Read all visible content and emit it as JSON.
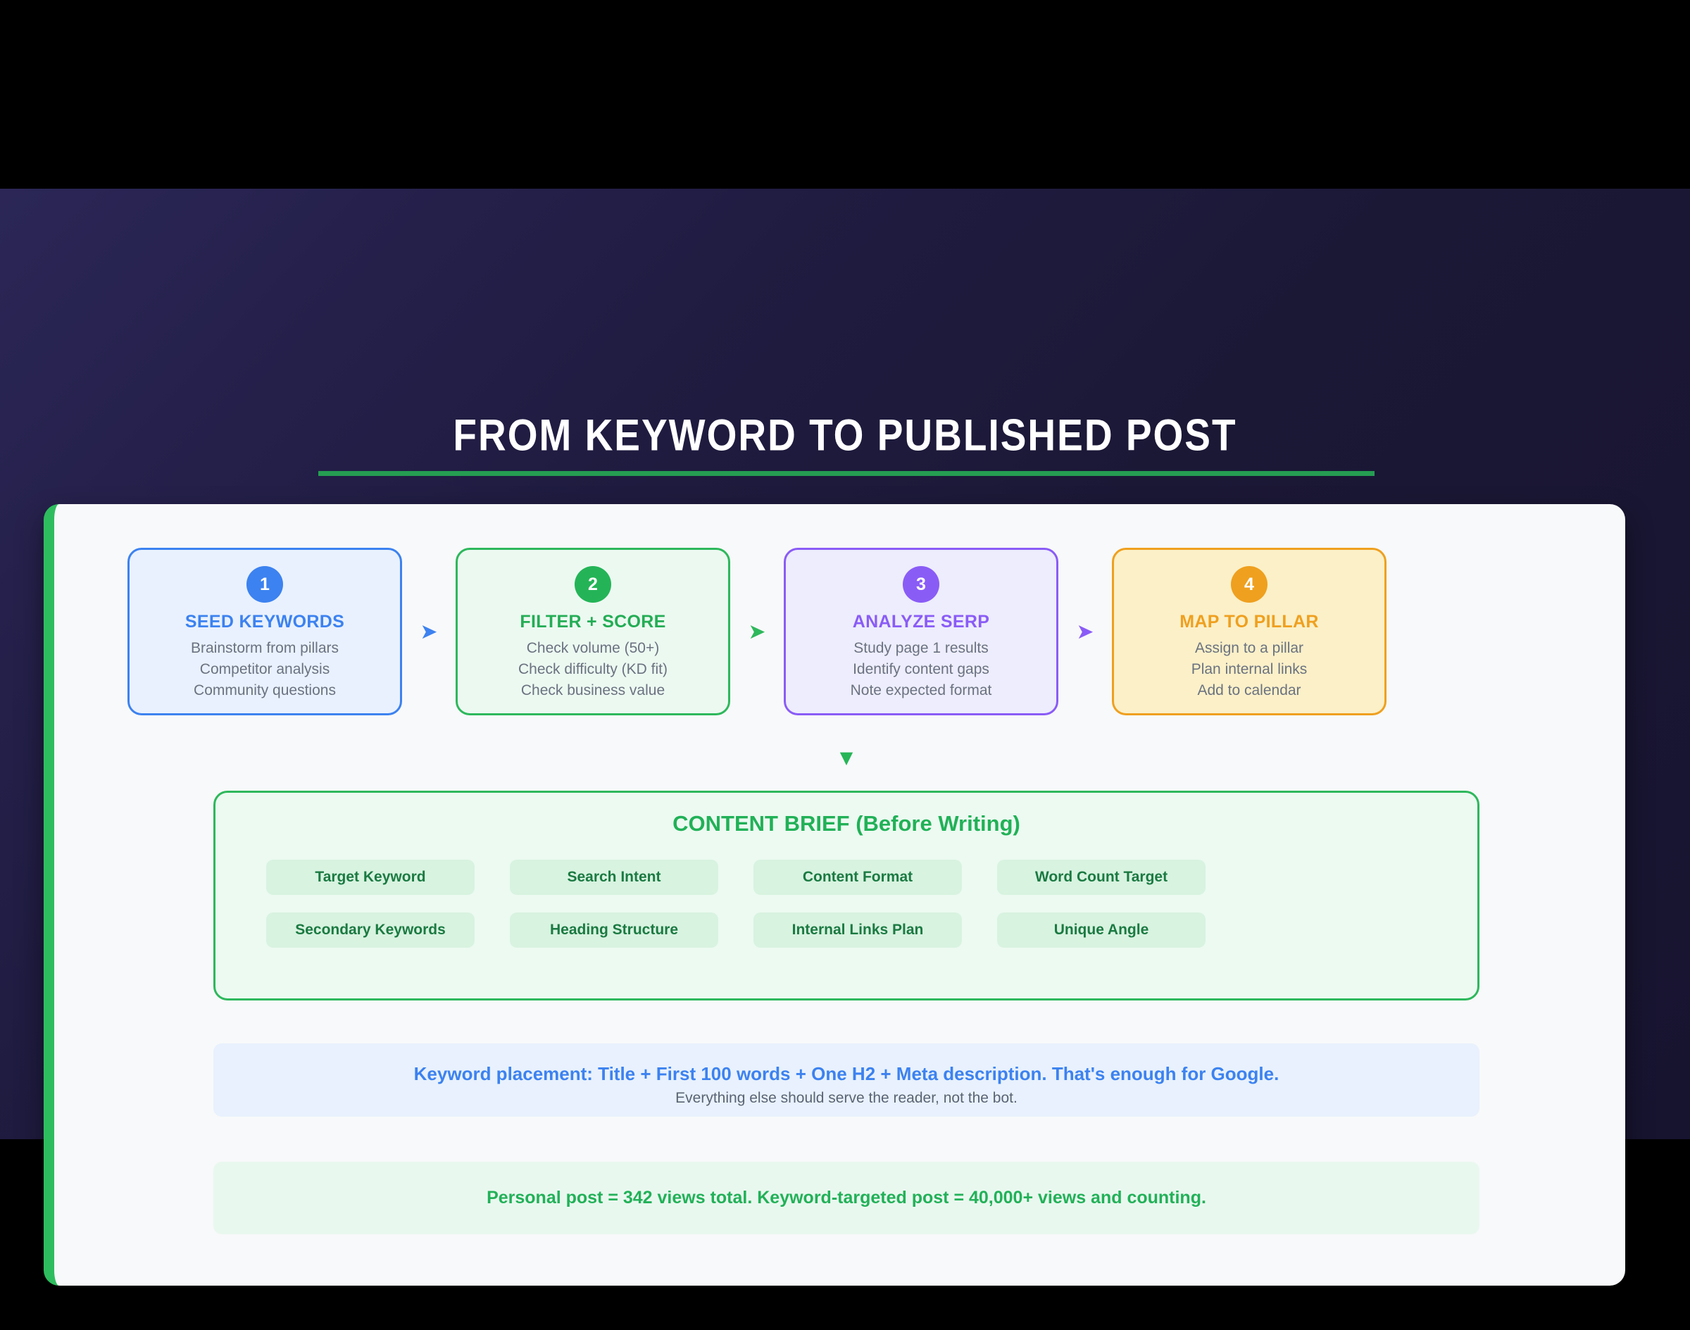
{
  "title": "FROM KEYWORD TO PUBLISHED POST",
  "glyphs": {
    "arrow_right": "➤",
    "arrow_down": "▼"
  },
  "steps": [
    {
      "number": "1",
      "title": "SEED KEYWORDS",
      "lines": [
        "Brainstorm from pillars",
        "Competitor analysis",
        "Community questions"
      ],
      "accent": "#3c82f0"
    },
    {
      "number": "2",
      "title": "FILTER + SCORE",
      "lines": [
        "Check volume (50+)",
        "Check difficulty (KD fit)",
        "Check business value"
      ],
      "accent": "#2eb85c"
    },
    {
      "number": "3",
      "title": "ANALYZE SERP",
      "lines": [
        "Study page 1 results",
        "Identify content gaps",
        "Note expected format"
      ],
      "accent": "#8a5cf6"
    },
    {
      "number": "4",
      "title": "MAP TO PILLAR",
      "lines": [
        "Assign to a pillar",
        "Plan internal links",
        "Add to calendar"
      ],
      "accent": "#efa01f"
    }
  ],
  "brief": {
    "title": "CONTENT BRIEF (Before Writing)",
    "chips": [
      "Target Keyword",
      "Search Intent",
      "Content Format",
      "Word Count Target",
      "Secondary Keywords",
      "Heading Structure",
      "Internal Links Plan",
      "Unique Angle"
    ]
  },
  "callouts": {
    "keyword_placement": {
      "headline": "Keyword placement: Title + First 100 words + One H2 + Meta description. That's enough for Google.",
      "subtext": "Everything else should serve the reader, not the bot."
    },
    "results": {
      "headline": "Personal post = 342 views total. Keyword-targeted post = 40,000+ views and counting."
    }
  },
  "colors": {
    "background_navy": "#1b1834",
    "title_underline_green": "#259d52",
    "panel_background": "#f8f9fa",
    "panel_accent_green": "#2ebd5e",
    "brief_border_green": "#2eb85c",
    "chip_background": "#d8f3e0",
    "chip_text": "#1b7a42",
    "callout_blue_bg": "#e8f1fd",
    "callout_blue_text": "#3c82f0",
    "callout_green_bg": "#e9f8ef",
    "callout_green_text": "#22b158",
    "body_text_gray": "#6b7280"
  }
}
